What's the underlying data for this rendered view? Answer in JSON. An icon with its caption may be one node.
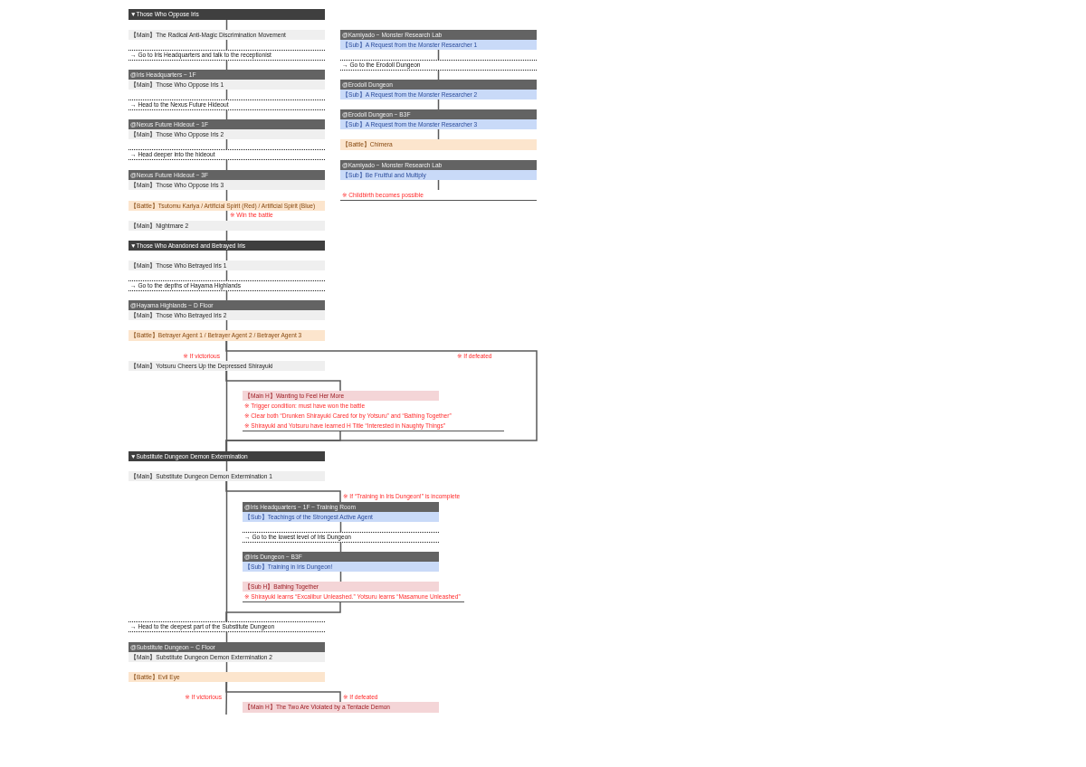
{
  "diagram": {
    "nodes": [
      {
        "text": [
          "▼Those Who Oppose Iris"
        ]
      },
      {
        "text": [
          "【Main】The Radical Anti-Magic Discrimination Movement"
        ]
      },
      {
        "text": [
          "→ Go to Iris Headquarters and talk to the receptionist"
        ]
      },
      {
        "text": [
          "@Iris Headquarters − 1F",
          "【Main】Those Who Oppose Iris 1"
        ]
      },
      {
        "text": [
          "→ Head to the Nexus Future Hideout"
        ]
      },
      {
        "text": [
          "@Nexus Future Hideout − 1F",
          "【Main】Those Who Oppose Iris 2"
        ]
      },
      {
        "text": [
          "→ Head deeper into the hideout"
        ]
      },
      {
        "text": [
          "@Nexus Future Hideout − 3F",
          "【Main】Those Who Oppose Iris 3"
        ]
      },
      {
        "text": [
          "【Battle】Tsutomu Kariya / Artificial Spirit (Red) / Artificial Spirit (Blue)"
        ]
      },
      {
        "text": [
          "【Main】Nightmare 2"
        ]
      },
      {
        "text": [
          "▼Those Who Abandoned and Betrayed Iris"
        ]
      },
      {
        "text": [
          "【Main】Those Who Betrayed Iris 1"
        ]
      },
      {
        "text": [
          "→ Go to the depths of Hayama Highlands"
        ]
      },
      {
        "text": [
          "@Hayama Highlands − D Floor",
          "【Main】Those Who Betrayed Iris 2"
        ]
      },
      {
        "text": [
          "【Battle】Betrayer Agent 1 / Betrayer Agent 2 / Betrayer Agent 3"
        ]
      },
      {
        "text": [
          "【Main】Yotsuru Cheers Up the Depressed Shirayuki"
        ]
      },
      {
        "text": [
          "【Main H】Wanting to Feel Her More",
          "※ Trigger condition: must have won the battle",
          "※ Clear both “Drunken Shirayuki Cared for by Yotsuru” and “Bathing Together”",
          "※ Shirayuki and Yotsuru have learned H Title “Interested in Naughty Things”"
        ]
      },
      {
        "text": [
          "▼Substitute Dungeon Demon Extermination"
        ]
      },
      {
        "text": [
          "【Main】Substitute Dungeon Demon Extermination 1"
        ]
      },
      {
        "text": [
          "@Iris Headquarters − 1F − Training Room",
          "【Sub】Teachings of the Strongest Active Agent"
        ]
      },
      {
        "text": [
          "→ Go to the lowest level of Iris Dungeon"
        ]
      },
      {
        "text": [
          "@Iris Dungeon − B3F",
          "【Sub】Training in Iris Dungeon!"
        ]
      },
      {
        "text": [
          "【Sub H】Bathing Together",
          "※ Shirayuki learns “Excalibur Unleashed.” Yotsuru learns “Masamune Unleashed”"
        ]
      },
      {
        "text": [
          "→ Head to the deepest part of the Substitute Dungeon"
        ]
      },
      {
        "text": [
          "@Substitute Dungeon − C Floor",
          "【Main】Substitute Dungeon Demon Extermination 2"
        ]
      },
      {
        "text": [
          "【Battle】Evil Eye"
        ]
      },
      {
        "text": [
          "【Main H】The Two Are Violated by a Tentacle Demon"
        ]
      },
      {
        "text": [
          "@Kamiyado − Monster Research Lab",
          "【Sub】A Request from the Monster Researcher 1"
        ]
      },
      {
        "text": [
          "→ Go to the Erodoll Dungeon"
        ]
      },
      {
        "text": [
          "@Erodoll Dungeon",
          "【Sub】A Request from the Monster Researcher 2"
        ]
      },
      {
        "text": [
          "@Erodoll Dungeon − B3F",
          "【Sub】A Request from the Monster Researcher 3"
        ]
      },
      {
        "text": [
          "【Battle】Chimera"
        ]
      },
      {
        "text": [
          "@Kamiyado − Monster Research Lab",
          "【Sub】Be Fruitful and Multiply"
        ]
      },
      {
        "text": [
          "※ Childbirth becomes possible"
        ]
      }
    ],
    "edges": [
      {
        "from": 0,
        "to": 1,
        "arrow": "none"
      },
      {
        "from": 1,
        "to": 2,
        "arrow": "none"
      },
      {
        "from": 2,
        "to": 3,
        "arrow": "none"
      },
      {
        "from": 3,
        "to": 4,
        "arrow": "none"
      },
      {
        "from": 4,
        "to": 5,
        "arrow": "none"
      },
      {
        "from": 5,
        "to": 6,
        "arrow": "none"
      },
      {
        "from": 6,
        "to": 7,
        "arrow": "none"
      },
      {
        "from": 7,
        "to": 8,
        "arrow": "none"
      },
      {
        "from": 8,
        "to": 9,
        "arrow": "none",
        "label": "※ Win the battle"
      },
      {
        "from": 9,
        "to": 10,
        "arrow": "none"
      },
      {
        "from": 10,
        "to": 11,
        "arrow": "none"
      },
      {
        "from": 11,
        "to": 12,
        "arrow": "none"
      },
      {
        "from": 12,
        "to": 13,
        "arrow": "none"
      },
      {
        "from": 13,
        "to": 14,
        "arrow": "none"
      },
      {
        "from": 14,
        "to": 15,
        "arrow": "none",
        "label": "※ If victorious"
      },
      {
        "from": 14,
        "to": 17,
        "arrow": "none",
        "label": "※ If defeated"
      },
      {
        "from": 15,
        "to": 16,
        "arrow": "none"
      },
      {
        "from": 15,
        "to": 17,
        "arrow": "none"
      },
      {
        "from": 16,
        "to": 17,
        "arrow": "none"
      },
      {
        "from": 17,
        "to": 18,
        "arrow": "none"
      },
      {
        "from": 18,
        "to": 19,
        "arrow": "none",
        "label": "※ If “Training in Iris Dungeon!” is incomplete"
      },
      {
        "from": 18,
        "to": 23,
        "arrow": "none"
      },
      {
        "from": 19,
        "to": 20,
        "arrow": "none"
      },
      {
        "from": 20,
        "to": 21,
        "arrow": "none"
      },
      {
        "from": 21,
        "to": 22,
        "arrow": "none"
      },
      {
        "from": 22,
        "to": 23,
        "arrow": "none"
      },
      {
        "from": 23,
        "to": 24,
        "arrow": "none"
      },
      {
        "from": 24,
        "to": 25,
        "arrow": "none"
      },
      {
        "from": 25,
        "to": null,
        "arrow": "none",
        "label": "※ If victorious"
      },
      {
        "from": 25,
        "to": 26,
        "arrow": "none",
        "label": "※ If defeated"
      },
      {
        "from": 27,
        "to": 28,
        "arrow": "none"
      },
      {
        "from": 28,
        "to": 29,
        "arrow": "none"
      },
      {
        "from": 29,
        "to": 30,
        "arrow": "none"
      },
      {
        "from": 30,
        "to": 31,
        "arrow": "none"
      },
      {
        "from": 32,
        "to": 33,
        "arrow": "none"
      }
    ]
  }
}
